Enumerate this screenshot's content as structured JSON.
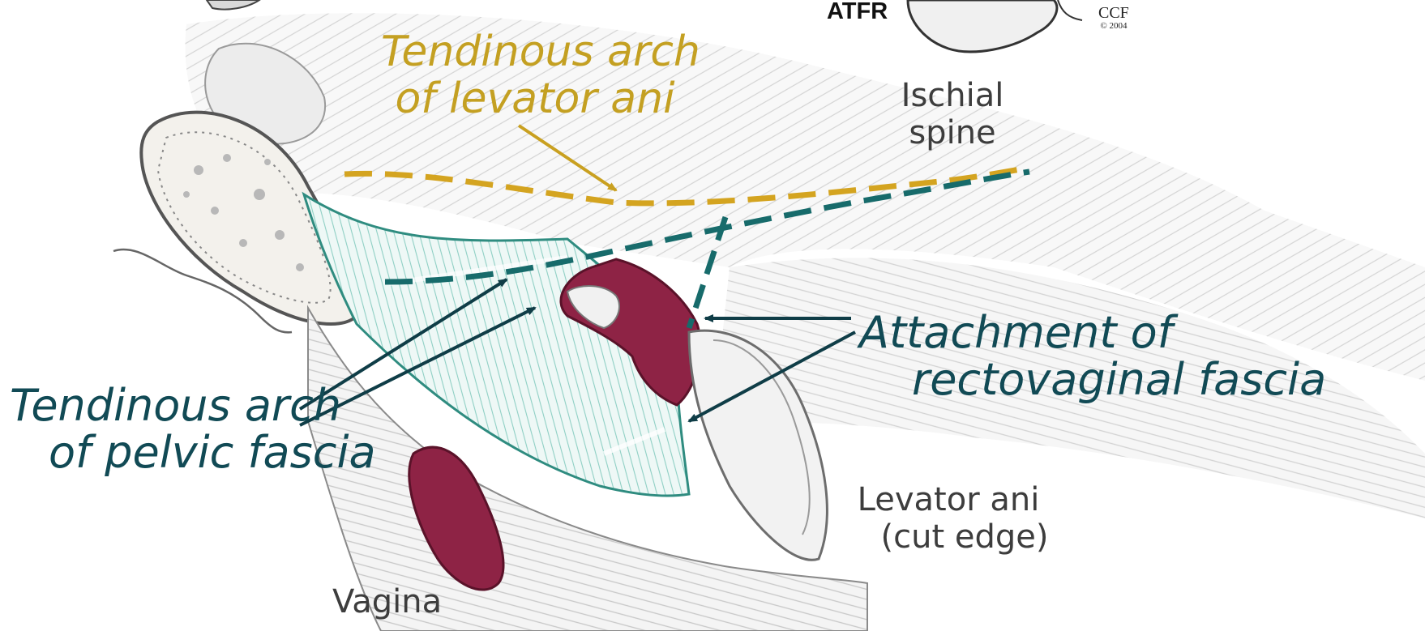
{
  "inset": {
    "label": "ATFR",
    "copyright_org": "CCF",
    "copyright_year": "© 2004"
  },
  "labels": {
    "arcus_levator_line1": "Tendinous arch",
    "arcus_levator_line2": "of levator ani",
    "ischial_line1": "Ischial",
    "ischial_line2": "spine",
    "attachment_line1": "Attachment of",
    "attachment_line2": "rectovaginal fascia",
    "arcus_pelvic_line1": "Tendinous arch",
    "arcus_pelvic_line2": "of pelvic fascia",
    "levator_line1": "Levator ani",
    "levator_line2": "(cut edge)",
    "vagina": "Vagina"
  },
  "colors": {
    "arcus_tendineus_levator_ani": "#d4a420",
    "arcus_tendineus_fasciae_pelvis": "#176b6b",
    "fascia_fill": "#a9ddd5",
    "rectum_wall": "#8e2345",
    "muscle_sketch": "#b7b7b7",
    "leader_arrows": "#0f3d47"
  }
}
